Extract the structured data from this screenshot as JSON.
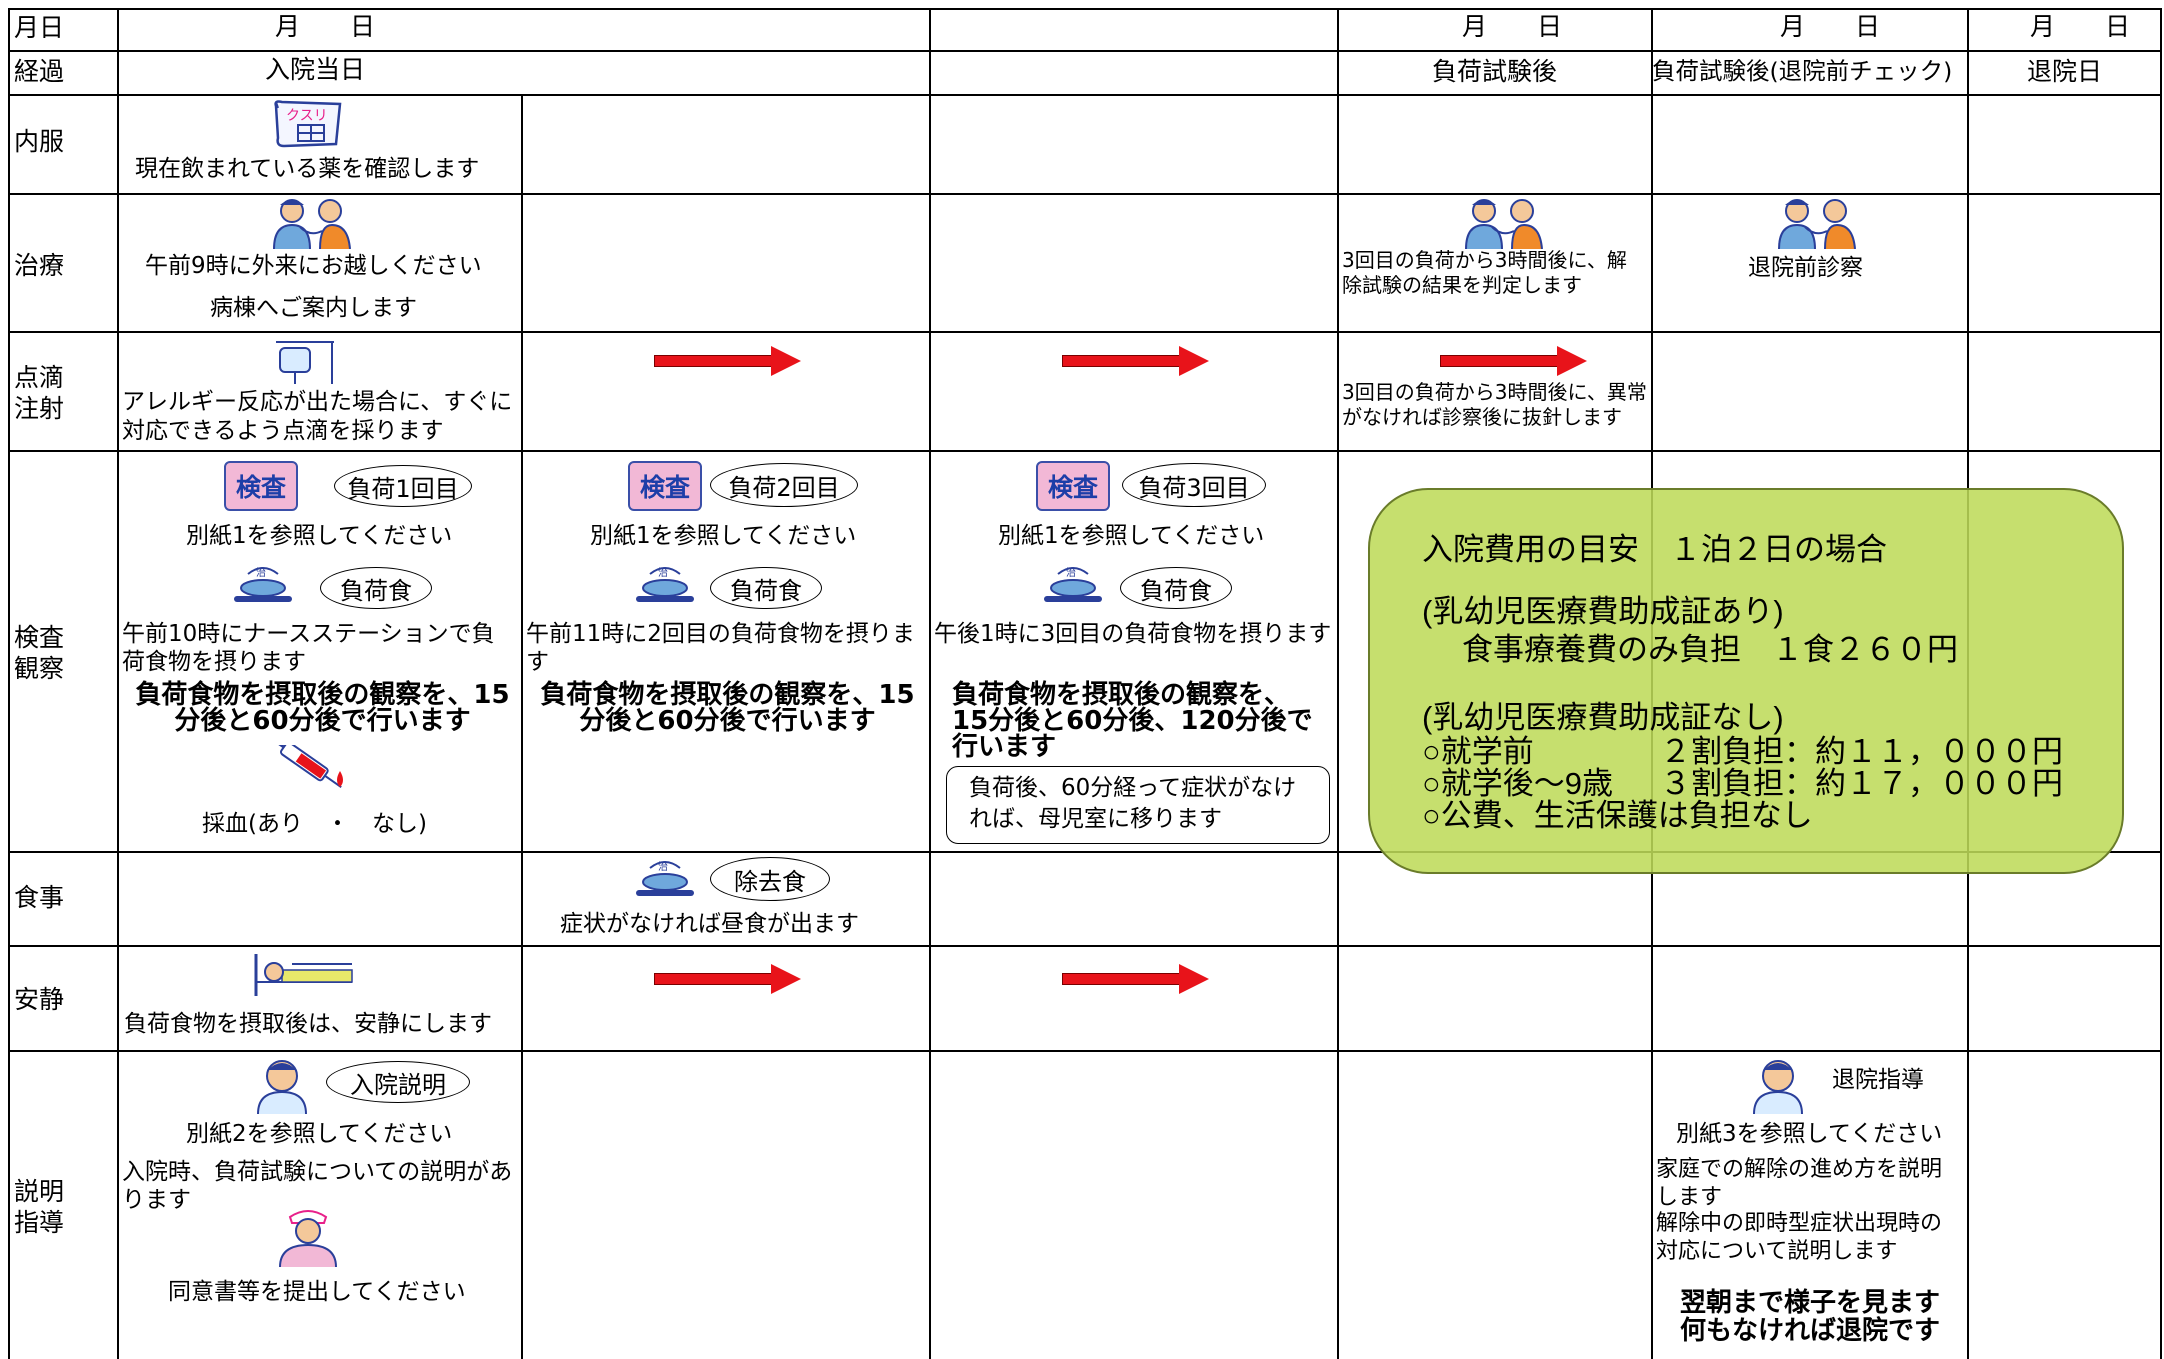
{
  "header": {
    "row_label_date": "月日",
    "row_label_progress": "経過",
    "date_placeholder": "月　　日",
    "day1_progress": "入院当日",
    "col5_progress": "負荷試験後",
    "col6_progress": "負荷試験後(退院前チェック)",
    "col7_progress": "退院日"
  },
  "rows": {
    "naifuku": "内服",
    "chiryo": "治療",
    "tenteki": "点滴\n注射",
    "kensa": "検査\n観察",
    "shokuji": "食事",
    "ansei": "安静",
    "setsumei": "説明\n指導"
  },
  "cells": {
    "med_confirm": "現在飲まれている薬を確認します",
    "medicine_icon_text": "クスリ",
    "treat_visit": "午前9時に外来にお越しください",
    "treat_guide": "病棟へご案内します",
    "treat_result": "3回目の負荷から3時間後に、解除試験の結果を判定します",
    "treat_discharge_exam": "退院前診察",
    "iv_start": "アレルギー反応が出た場合に、すぐに対応できるよう点滴を採ります",
    "iv_remove": "3回目の負荷から3時間後に、異常がなければ診察後に抜針します",
    "kensa_badge": "検査",
    "load1": "負荷1回目",
    "load2": "負荷2回目",
    "load3": "負荷3回目",
    "see_sheet1": "別紙1を参照してください",
    "load_meal": "負荷食",
    "load1_time": "午前10時にナースステーションで負荷食物を摂ります",
    "load2_time": "午前11時に2回目の負荷食物を摂ります",
    "load3_time": "午後1時に3回目の負荷食物を摂ります",
    "observe_15_60": "負荷食物を摂取後の観察を、15分後と60分後で行います",
    "observe_15_60_120": "負荷食物を摂取後の観察を、15分後と60分後、120分後で行います",
    "blood_test": "採血(あり　・　なし)",
    "mother_room": "負荷後、60分経って症状がなければ、母児室に移ります",
    "elim_meal": "除去食",
    "lunch": "症状がなければ昼食が出ます",
    "rest": "負荷食物を摂取後は、安静にします",
    "admission_expl": "入院説明",
    "see_sheet2": "別紙2を参照してください",
    "admission_detail": "入院時、負荷試験についての説明があります",
    "consent": "同意書等を提出してください",
    "discharge_guidance": "退院指導",
    "see_sheet3": "別紙3を参照してください",
    "home_progress": "家庭での解除の進め方を説明します",
    "reaction_expl": "解除中の即時型症状出現時の対応について説明します",
    "next_morning": "翌朝まで様子を見ます",
    "discharge_if_ok": "何もなければ退院です"
  },
  "cost_box": {
    "title": "入院費用の目安　１泊２日の場合",
    "with_cert": "(乳幼児医療費助成証あり)",
    "meal_only": "食事療養費のみ負担　１食２６０円",
    "without_cert": "(乳幼児医療費助成証なし)",
    "preschool_label": "○就学前",
    "preschool_value": "２割負担：約１１，０００円",
    "school_label": "○就学後～9歳",
    "school_value": "３割負担：約１７，０００円",
    "welfare": "○公費、生活保護は負担なし"
  },
  "colors": {
    "arrow": "#e8131a",
    "cost_box": "#bdda58",
    "kensa_badge": "#f2b8d6"
  }
}
